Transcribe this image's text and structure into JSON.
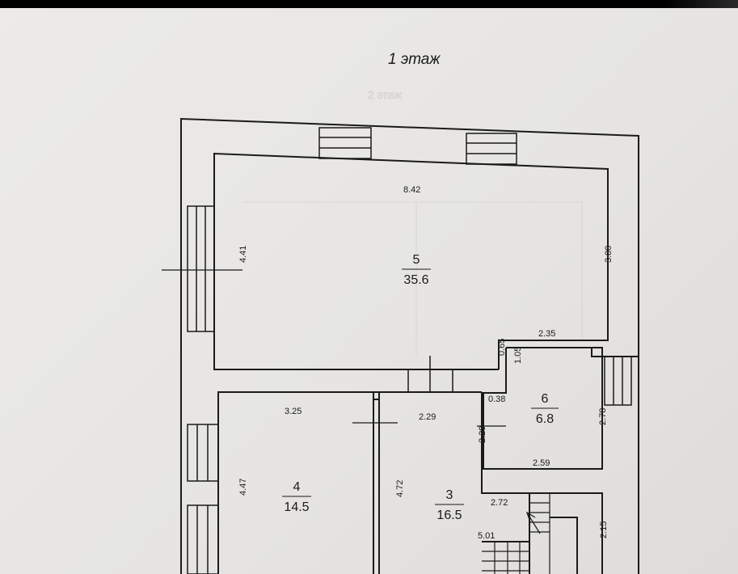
{
  "title": "1 этаж",
  "ghost_title": "2 этаж",
  "rooms": [
    {
      "id": "5",
      "number": "5",
      "area": "35.6"
    },
    {
      "id": "4",
      "number": "4",
      "area": "14.5"
    },
    {
      "id": "3",
      "number": "3",
      "area": "16.5"
    },
    {
      "id": "6",
      "number": "6",
      "area": "6.8"
    }
  ],
  "dimensions": {
    "d842": "8.42",
    "d441": "4.41",
    "d380": "3.80",
    "d235": "2.35",
    "d065": "0.65",
    "d105": "1.05",
    "d038": "0.38",
    "d325": "3.25",
    "d229a": "2.29",
    "d229b": "2.29",
    "d278": "2.78",
    "d259": "2.59",
    "d447": "4.47",
    "d472": "4.72",
    "d272": "2.72",
    "d501": "5.01",
    "d215": "2.15"
  }
}
